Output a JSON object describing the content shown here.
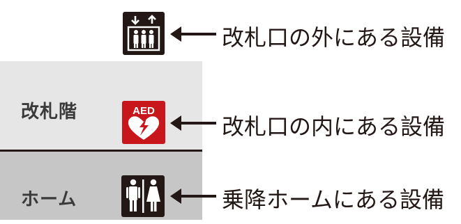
{
  "floors": [
    {
      "label": "改札階"
    },
    {
      "label": "ホーム"
    }
  ],
  "icons": {
    "elevator": "elevator-icon",
    "aed": "aed-icon",
    "restroom": "restroom-icon"
  },
  "aed_text": "AED",
  "captions": [
    {
      "text": "改札口の外にある設備"
    },
    {
      "text": "改札口の内にある設備"
    },
    {
      "text": "乗降ホームにある設備"
    }
  ],
  "colors": {
    "gate_floor_band": "#e6e6e7",
    "platform_band": "#c6c6c7",
    "aed_red": "#c8161d",
    "icon_black": "#231815"
  }
}
